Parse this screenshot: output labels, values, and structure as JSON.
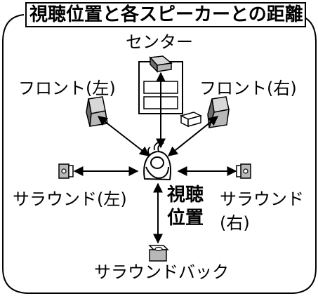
{
  "title": "視聴位置と各スピーカーとの距離",
  "labels": {
    "center": "センター",
    "front_left": "フロント(左)",
    "front_right": "フロント(右)",
    "surround_left": "サラウンド(左)",
    "surround_right_line1": "サラウンド",
    "surround_right_line2": "(右)",
    "listening_line1": "視聴",
    "listening_line2": "位置",
    "surround_back": "サラウンドバック"
  },
  "colors": {
    "line": "#000000",
    "speaker_fill": "#b8b8b8",
    "speaker_dark": "#6e6e6e",
    "background": "#ffffff"
  }
}
